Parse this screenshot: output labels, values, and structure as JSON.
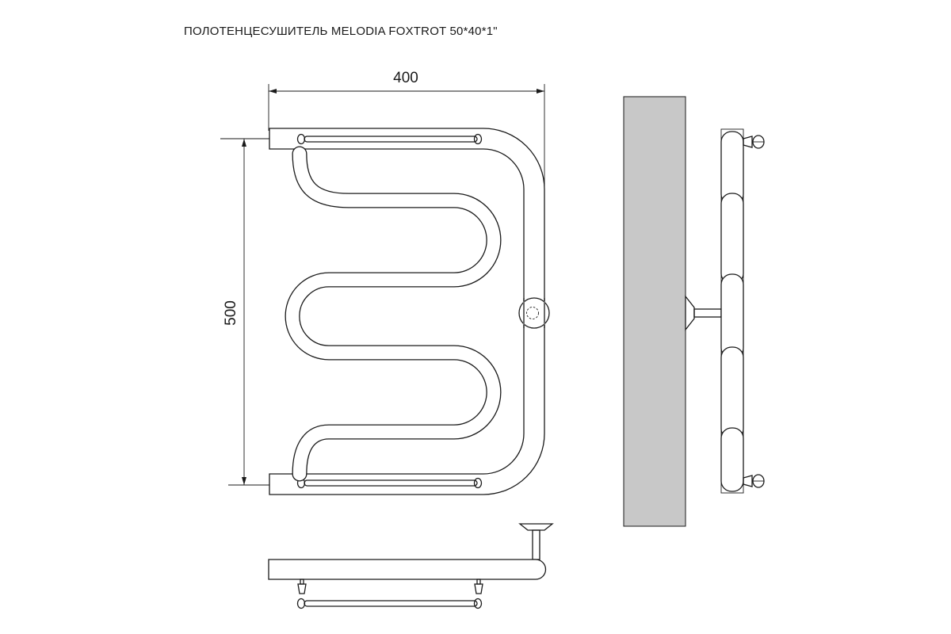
{
  "title": "ПОЛОТЕНЦЕСУШИТЕЛЬ MELODIA FOXTROT 50*40*1\"",
  "dimensions": {
    "width": "400",
    "height": "500"
  },
  "colors": {
    "line": "#1a1a1a",
    "wall": "#c8c8c8",
    "background": "#ffffff"
  }
}
